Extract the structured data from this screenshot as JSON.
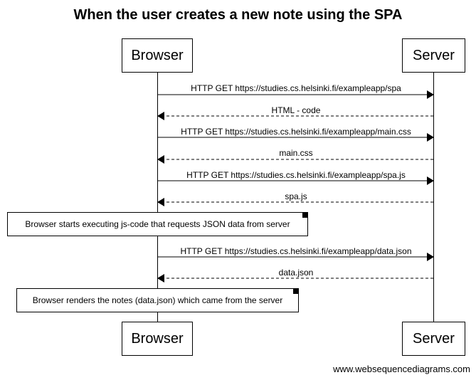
{
  "title": "When the user creates a new note using the SPA",
  "participants": {
    "left": "Browser",
    "right": "Server"
  },
  "messages": [
    {
      "text": "HTTP GET https://studies.cs.helsinki.fi/exampleapp/spa",
      "direction": "right",
      "style": "solid"
    },
    {
      "text": "HTML - code",
      "direction": "left",
      "style": "dashed"
    },
    {
      "text": "HTTP GET https://studies.cs.helsinki.fi/exampleapp/main.css",
      "direction": "right",
      "style": "solid"
    },
    {
      "text": "main.css",
      "direction": "left",
      "style": "dashed"
    },
    {
      "text": "HTTP GET https://studies.cs.helsinki.fi/exampleapp/spa.js",
      "direction": "right",
      "style": "solid"
    },
    {
      "text": "spa.js",
      "direction": "left",
      "style": "dashed"
    },
    {
      "text": "HTTP GET https://studies.cs.helsinki.fi/exampleapp/data.json",
      "direction": "right",
      "style": "solid"
    },
    {
      "text": "data.json",
      "direction": "left",
      "style": "dashed"
    }
  ],
  "notes": [
    "Browser starts executing js-code that requests JSON data from server",
    "Browser renders the notes (data.json) which came from the server"
  ],
  "footer": "www.websequencediagrams.com"
}
